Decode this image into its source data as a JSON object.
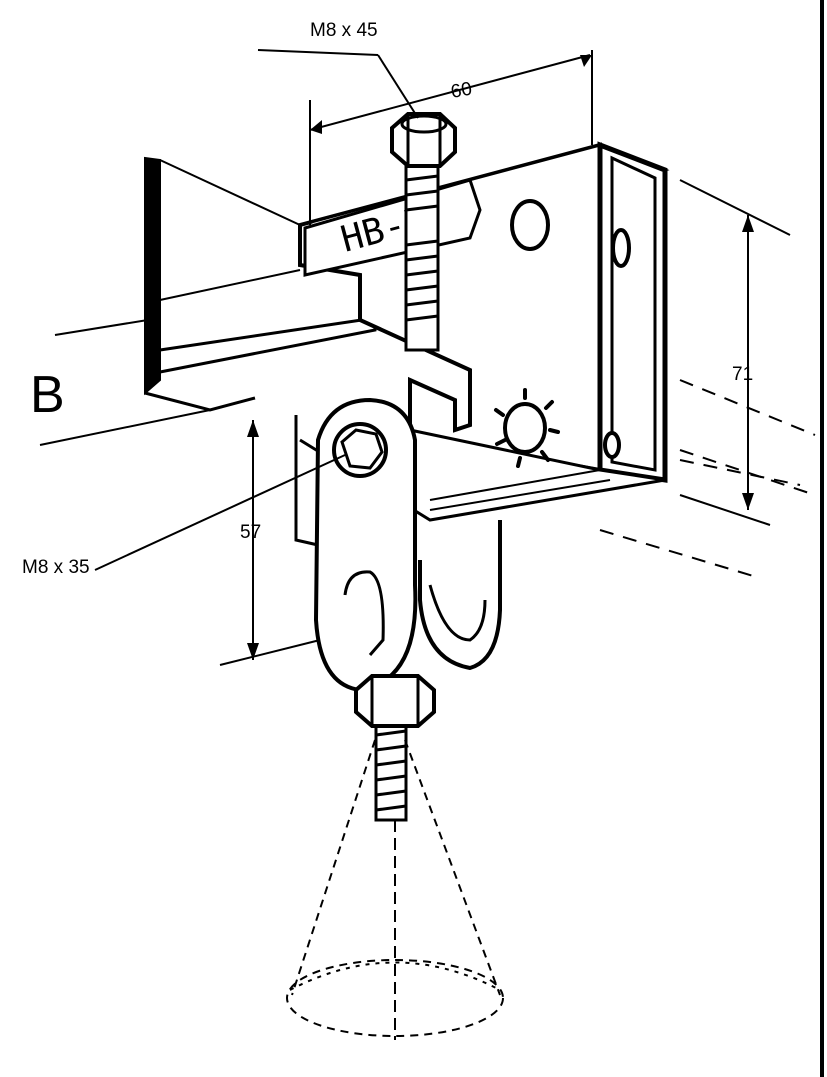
{
  "labels": {
    "bolt_top": "M8 x 45",
    "width": "60",
    "height_right": "71",
    "height_left": "57",
    "bolt_side": "M8 x 35",
    "beam": "B",
    "part": "HB-2"
  }
}
